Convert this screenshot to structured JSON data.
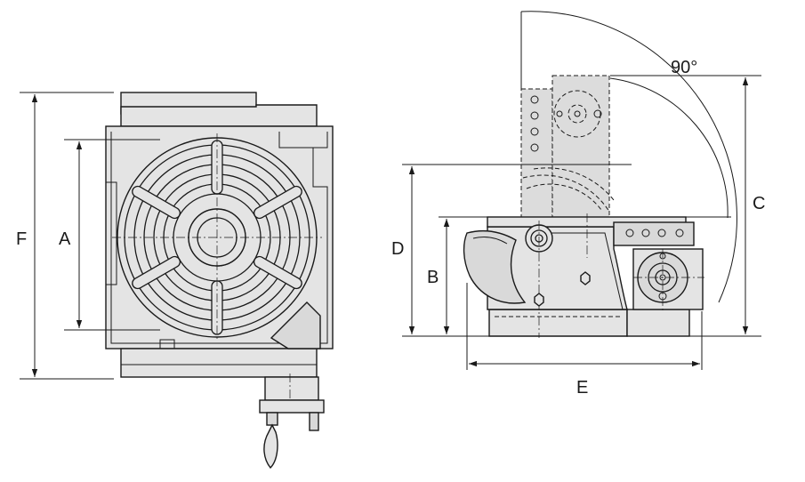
{
  "figure": {
    "dimension_labels": {
      "A": "A",
      "B": "B",
      "C": "C",
      "D": "D",
      "E": "E",
      "F": "F"
    },
    "tilt_angle": "90°"
  }
}
